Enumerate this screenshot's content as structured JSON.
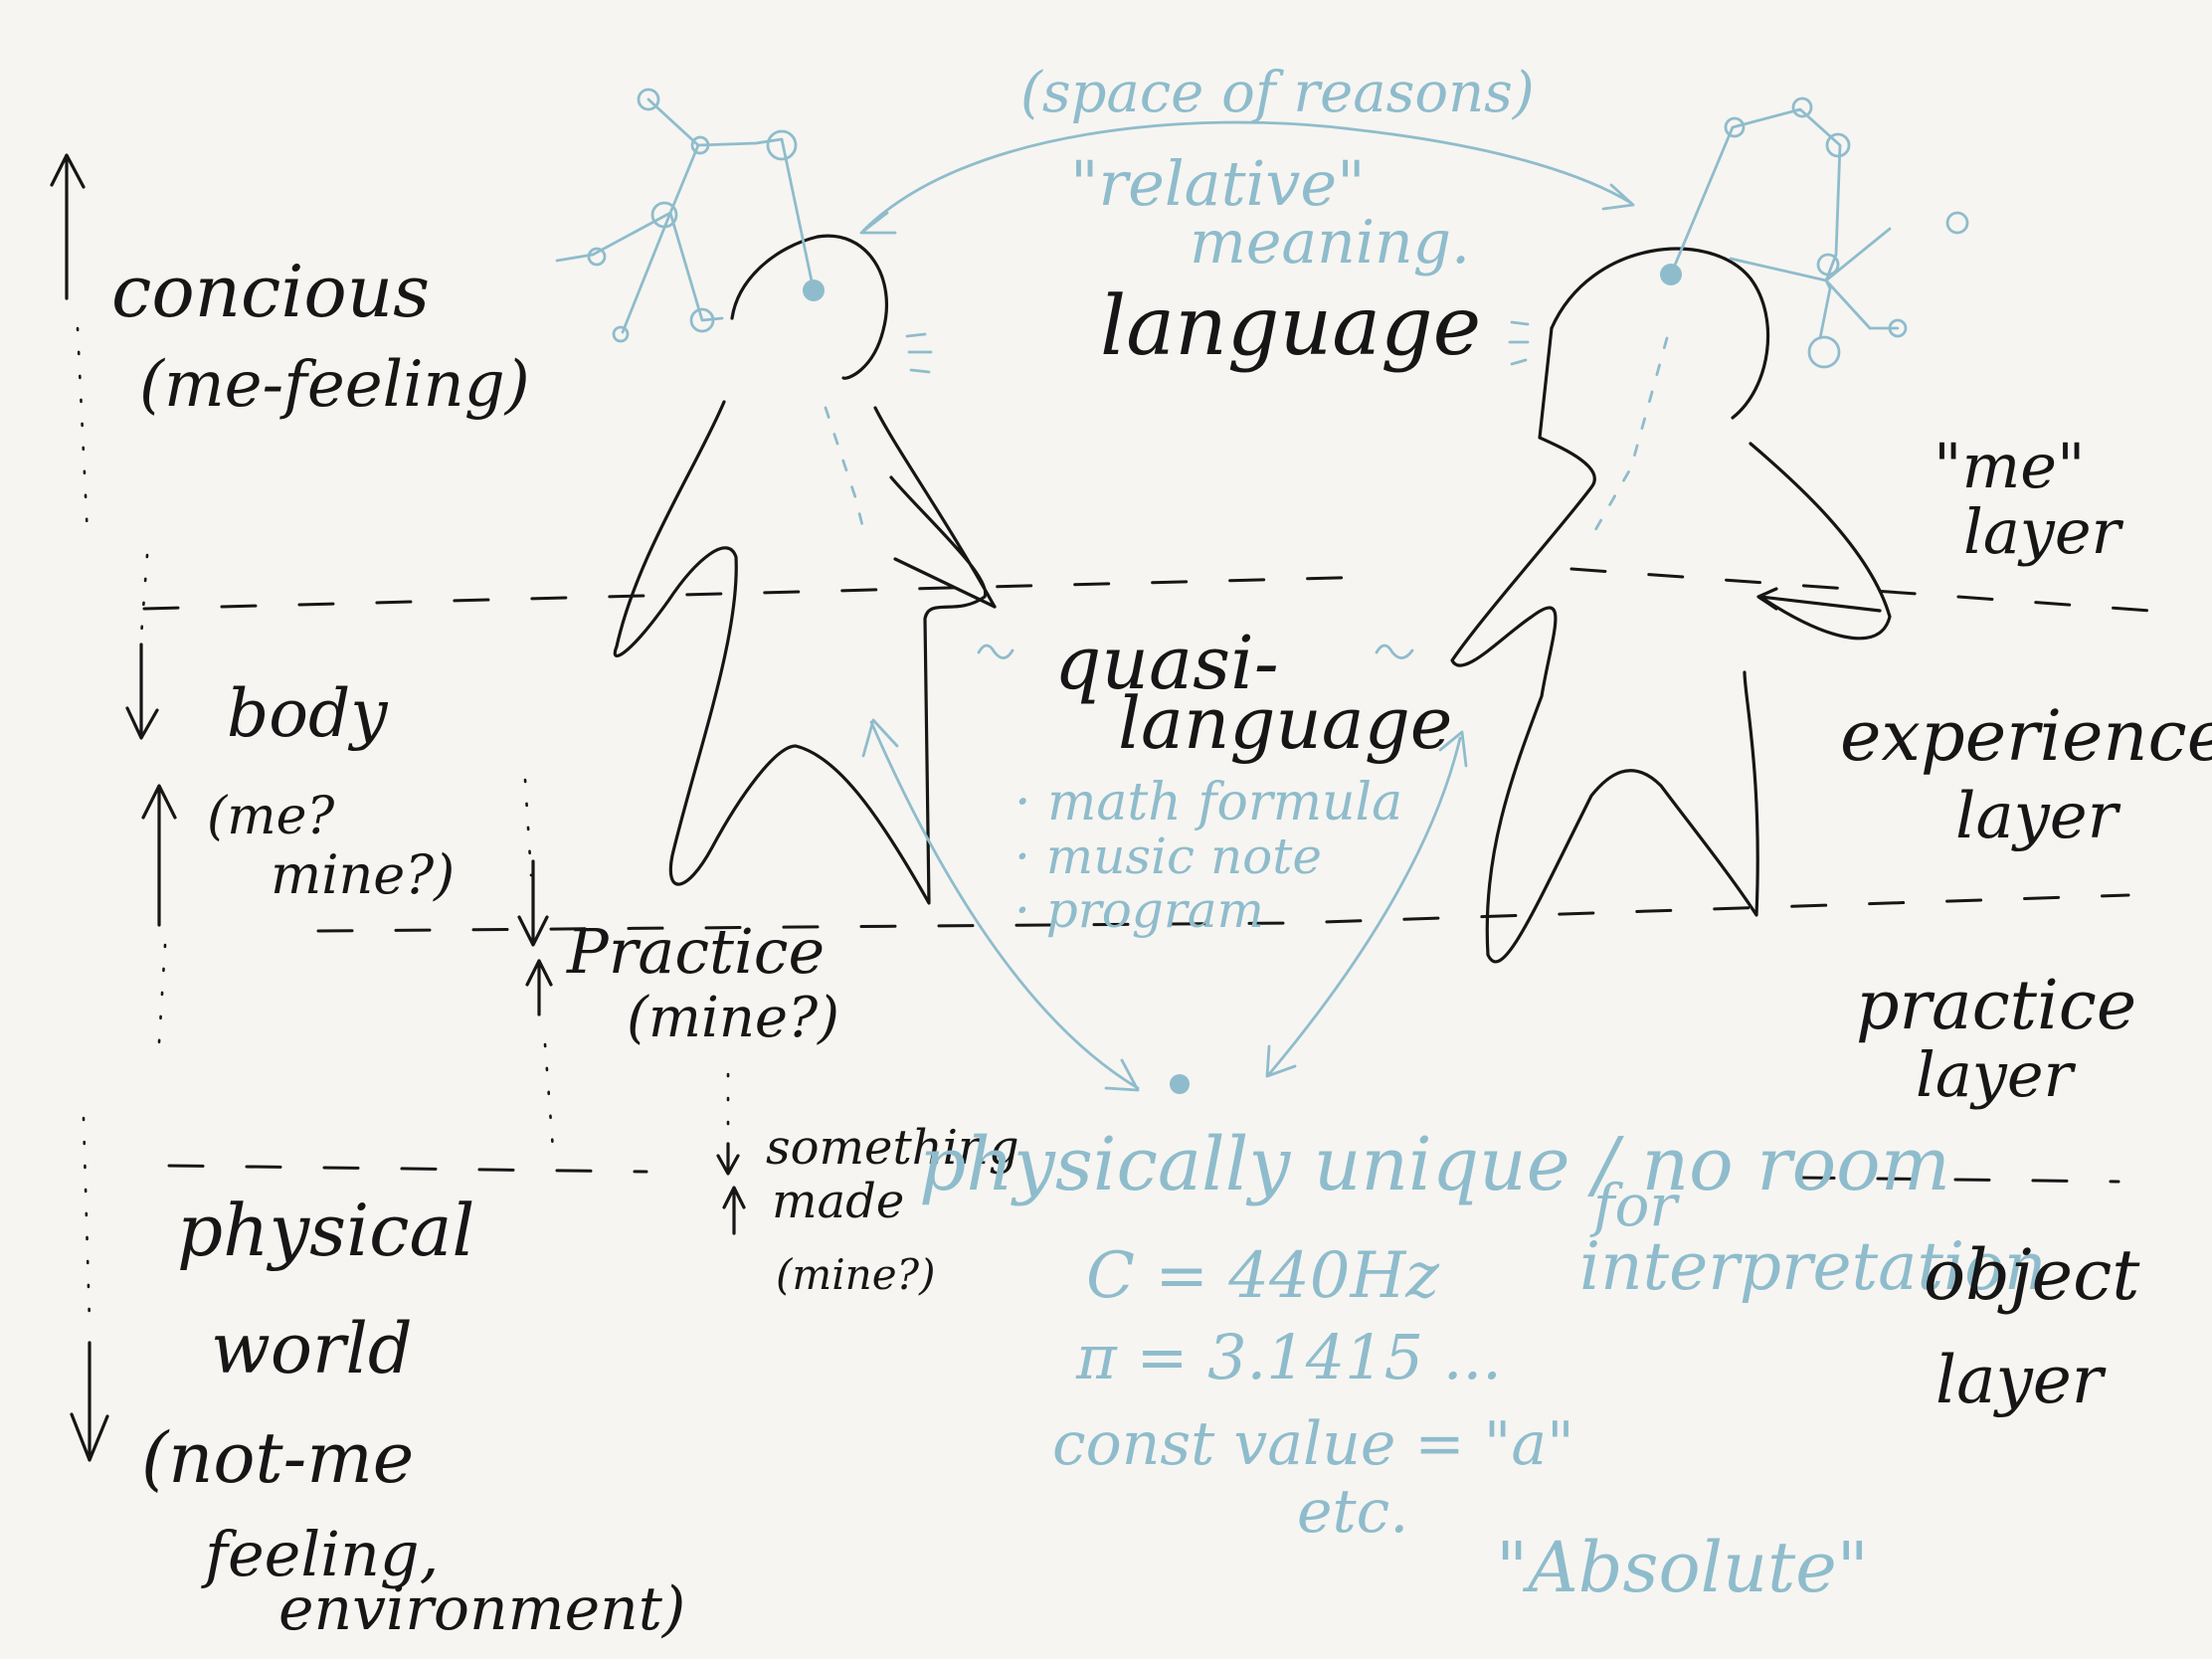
{
  "colors": {
    "background": "#f6f5f1",
    "ink": "#161616",
    "accent": "#8fbccc"
  },
  "left_scale": {
    "conscious": "concious",
    "conscious_sub": "(me-feeling)",
    "body": "body",
    "body_sub_1": "(me?",
    "body_sub_2": "mine?)",
    "practice": "Practice",
    "practice_sub": "(mine?)",
    "something": "something",
    "made": "made",
    "made_sub": "(mine?)",
    "physical": "physical",
    "world": "world",
    "not_me": "(not-me",
    "feeling": "feeling,",
    "environment": "environment)"
  },
  "center": {
    "space_of_reasons": "(space of reasons)",
    "relative": "\"relative\"",
    "meaning": "meaning.",
    "language": "language",
    "quasi": "quasi-",
    "quasi_language": "language",
    "examples": [
      "· math formula",
      "· music note",
      "· program"
    ],
    "unique_line": "physically unique / no room",
    "for": "for",
    "interpretation": "interpretation",
    "c_value": "C = 440Hz",
    "pi_value": "π = 3.1415 ...",
    "const_value": "const value = \"a\"",
    "etc": "etc.",
    "absolute": "\"Absolute\""
  },
  "right_layers": {
    "me": "\"me\"",
    "me_layer": "layer",
    "experience": "experience",
    "experience_layer": "layer",
    "practice": "practice",
    "practice_layer": "layer",
    "object": "object",
    "object_layer": "layer"
  }
}
